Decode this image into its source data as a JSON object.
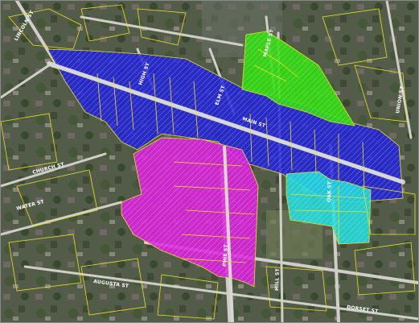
{
  "map": {
    "streets": [
      {
        "label": "MAIN ST"
      },
      {
        "label": "AUGUSTA ST"
      },
      {
        "label": "DORSET ST"
      },
      {
        "label": "PINE ST"
      },
      {
        "label": "OAK ST"
      },
      {
        "label": "ELM ST"
      },
      {
        "label": "HIGH ST"
      },
      {
        "label": "MAPLE ST"
      },
      {
        "label": "WATER ST"
      },
      {
        "label": "CHURCH ST"
      },
      {
        "label": "MILL ST"
      },
      {
        "label": "UNION ST"
      },
      {
        "label": "LINCOLN ST"
      }
    ],
    "zones": [
      {
        "name": "blue-zone",
        "color": "#2222dd"
      },
      {
        "name": "green-zone",
        "color": "#33dd11"
      },
      {
        "name": "magenta-zone",
        "color": "#dd22dd"
      },
      {
        "name": "cyan-zone",
        "color": "#22dddd"
      }
    ],
    "parcel_line_color": "#e8e020"
  }
}
